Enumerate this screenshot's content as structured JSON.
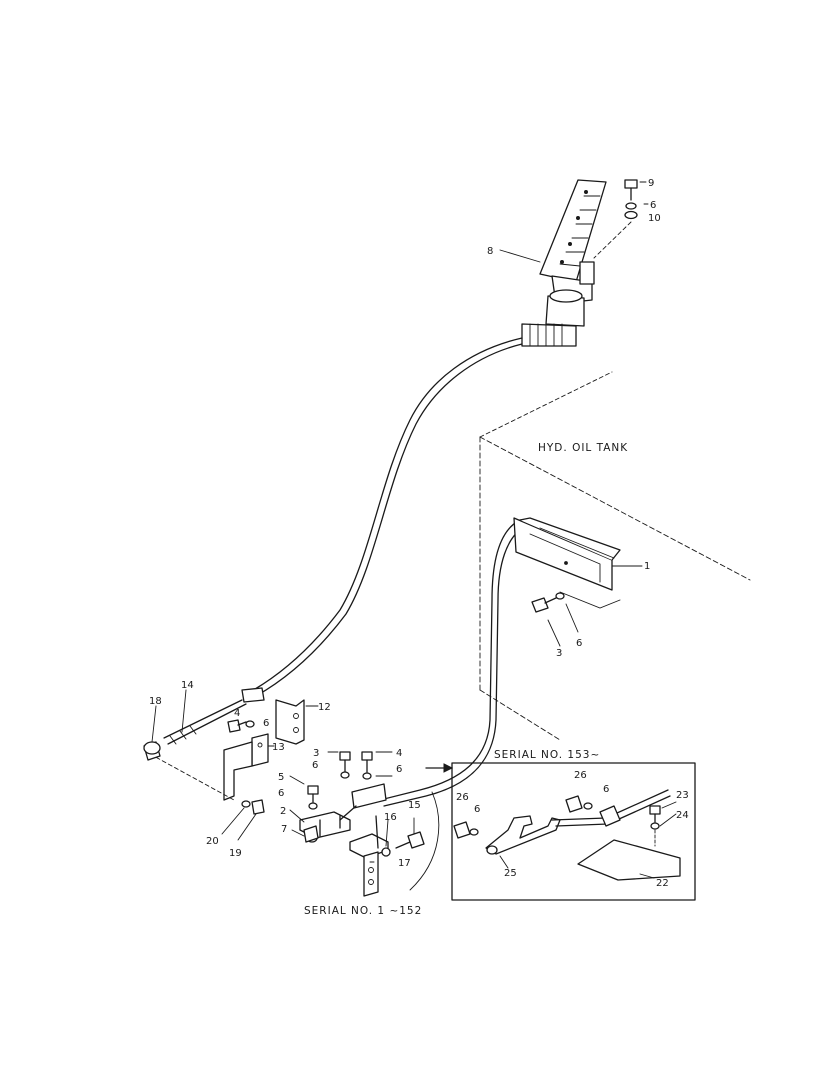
{
  "labels": {
    "hyd_oil_tank": "HYD. OIL TANK",
    "serial_153": "SERIAL NO. 153~",
    "serial_1_152": "SERIAL NO. 1 ~152"
  },
  "callouts": {
    "c1": "1",
    "c2": "2",
    "c3a": "3",
    "c3b": "3",
    "c4a": "4",
    "c4b": "4",
    "c5": "5",
    "c6a": "6",
    "c6b": "6",
    "c6c": "6",
    "c6d": "6",
    "c6e": "6",
    "c6f": "6",
    "c6g": "6",
    "c6h": "6",
    "c7": "7",
    "c8": "8",
    "c9": "9",
    "c10": "10",
    "c12": "12",
    "c13": "13",
    "c14": "14",
    "c15": "15",
    "c16": "16",
    "c17": "17",
    "c18": "18",
    "c19": "19",
    "c20": "20",
    "c22": "22",
    "c23": "23",
    "c24": "24",
    "c25": "25",
    "c26a": "26",
    "c26b": "26"
  }
}
